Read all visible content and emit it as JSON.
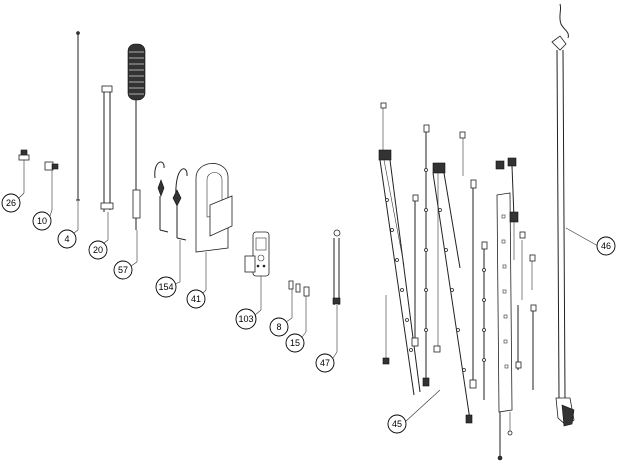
{
  "diagram": {
    "callouts": [
      {
        "id": "c26",
        "label": "26"
      },
      {
        "id": "c10",
        "label": "10"
      },
      {
        "id": "c4",
        "label": "4"
      },
      {
        "id": "c20",
        "label": "20"
      },
      {
        "id": "c57",
        "label": "57"
      },
      {
        "id": "c154",
        "label": "154"
      },
      {
        "id": "c41",
        "label": "41"
      },
      {
        "id": "c103",
        "label": "103"
      },
      {
        "id": "c8",
        "label": "8"
      },
      {
        "id": "c15",
        "label": "15"
      },
      {
        "id": "c47",
        "label": "47"
      },
      {
        "id": "c45",
        "label": "45"
      },
      {
        "id": "c46",
        "label": "46"
      }
    ]
  }
}
